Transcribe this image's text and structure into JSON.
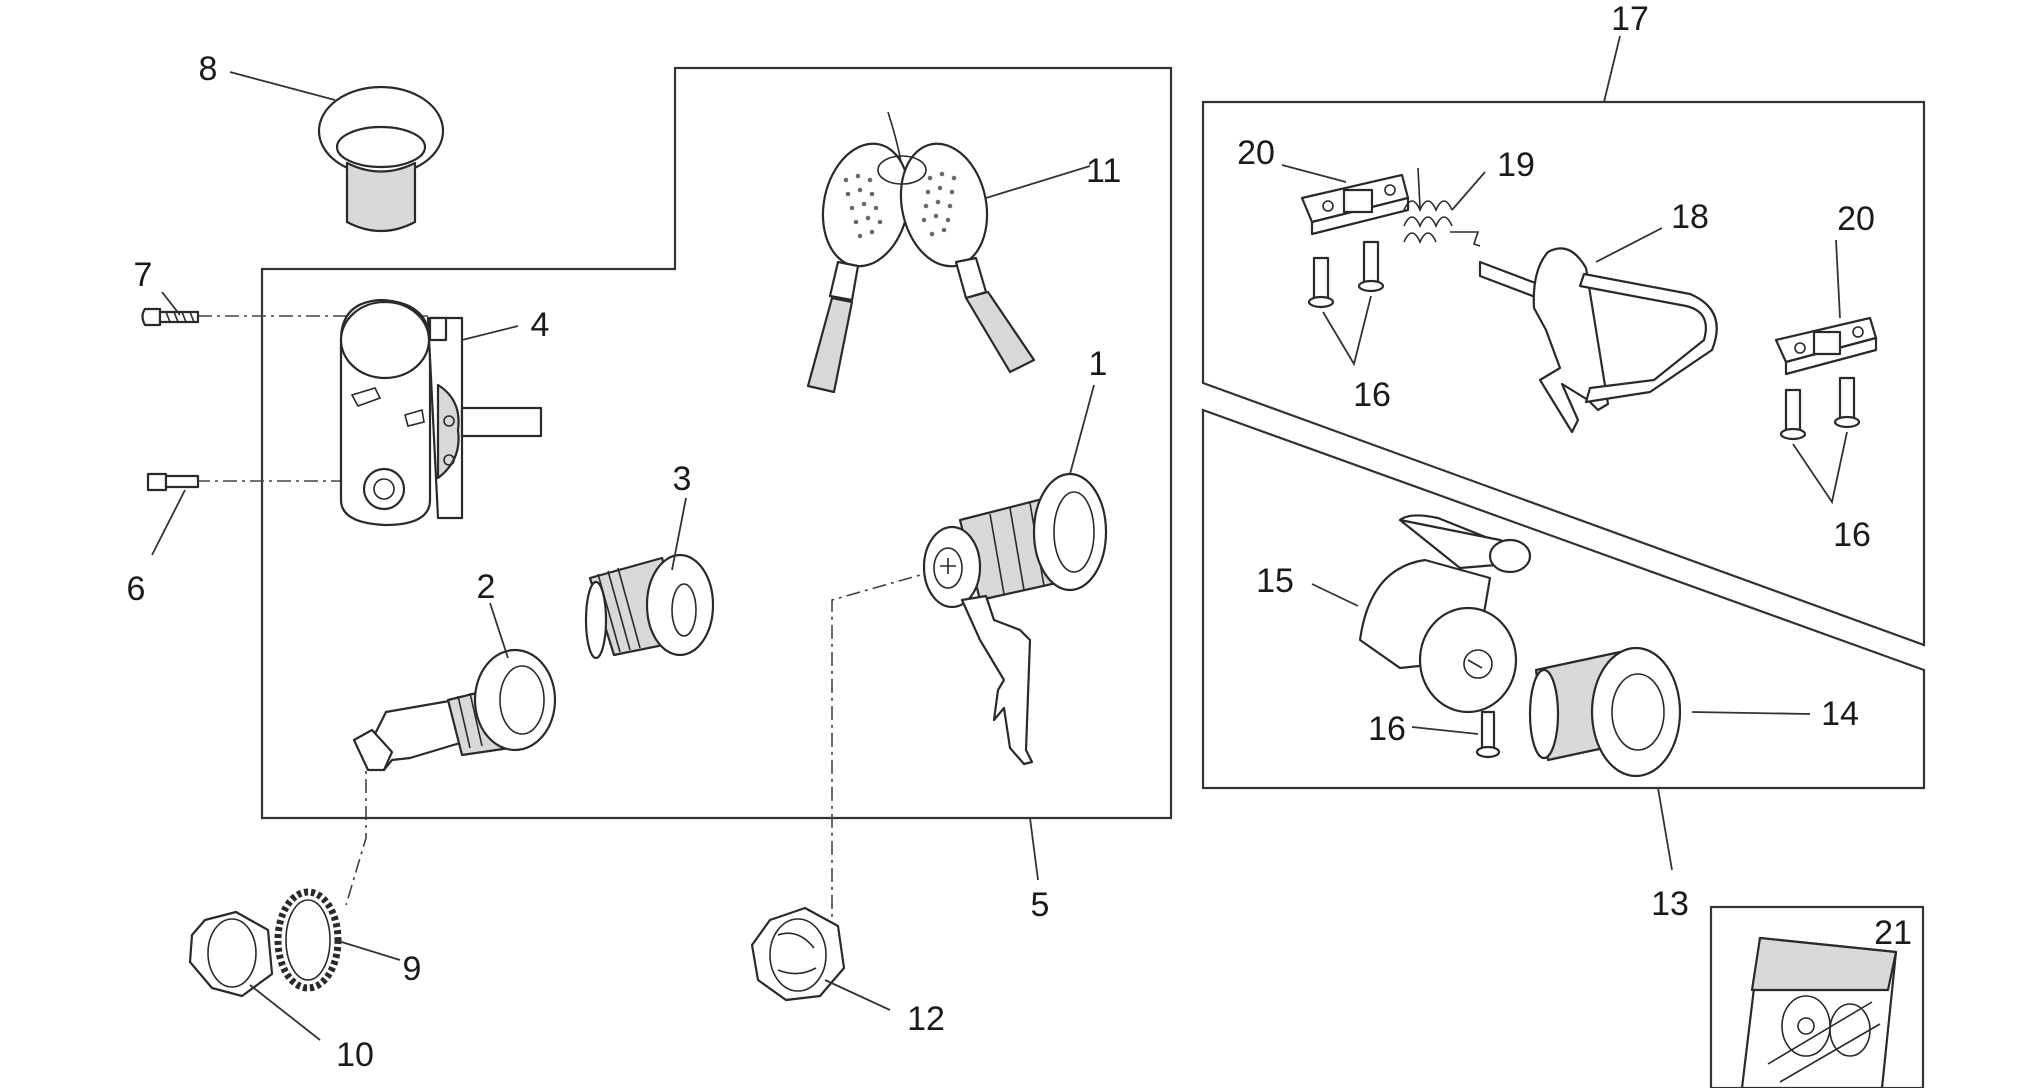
{
  "labels": {
    "l1": "1",
    "l2": "2",
    "l3": "3",
    "l4": "4",
    "l5": "5",
    "l6": "6",
    "l7": "7",
    "l8": "8",
    "l9": "9",
    "l10": "10",
    "l11": "11",
    "l12": "12",
    "l13": "13",
    "l14": "14",
    "l15": "15",
    "l16a": "16",
    "l16b": "16",
    "l16c": "16",
    "l17": "17",
    "l18": "18",
    "l19": "19",
    "l20a": "20",
    "l20b": "20",
    "l21": "21"
  },
  "colors": {
    "line": "#333333",
    "background": "#ffffff",
    "shade": "#d9d9d9"
  }
}
